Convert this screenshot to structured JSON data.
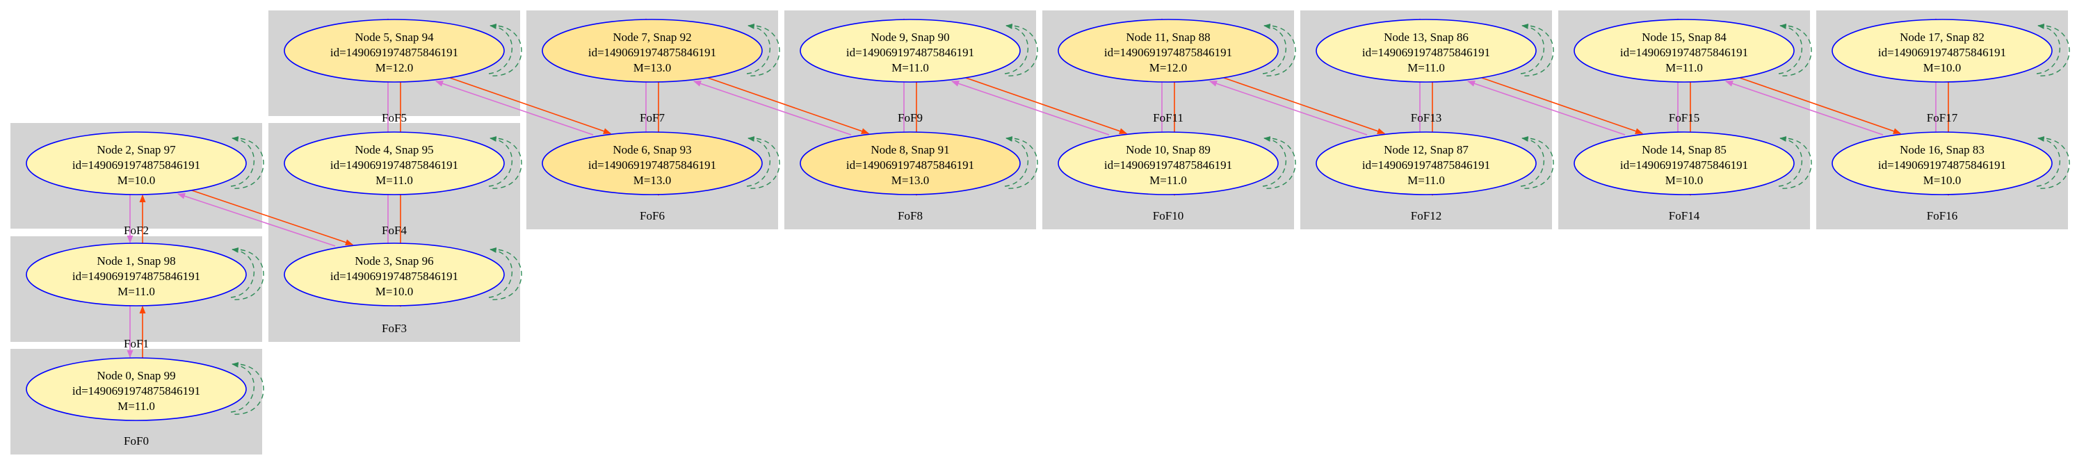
{
  "colors": {
    "cluster_fill": "#d3d3d3",
    "node_stroke": "#0000ff",
    "node_fill_light": "#fff5b5",
    "node_fill_dark": "#ffe494",
    "edge_progenitor": "#da70d6",
    "edge_descendant": "#ff4500",
    "edge_self": "#2e8b57"
  },
  "clusters": [
    {
      "id": "FoF0",
      "label": "FoF0"
    },
    {
      "id": "FoF1",
      "label": "FoF1"
    },
    {
      "id": "FoF2",
      "label": "FoF2"
    },
    {
      "id": "FoF3",
      "label": "FoF3"
    },
    {
      "id": "FoF4",
      "label": "FoF4"
    },
    {
      "id": "FoF5",
      "label": "FoF5"
    },
    {
      "id": "FoF6",
      "label": "FoF6"
    },
    {
      "id": "FoF7",
      "label": "FoF7"
    },
    {
      "id": "FoF8",
      "label": "FoF8"
    },
    {
      "id": "FoF9",
      "label": "FoF9"
    },
    {
      "id": "FoF10",
      "label": "FoF10"
    },
    {
      "id": "FoF11",
      "label": "FoF11"
    },
    {
      "id": "FoF12",
      "label": "FoF12"
    },
    {
      "id": "FoF13",
      "label": "FoF13"
    },
    {
      "id": "FoF14",
      "label": "FoF14"
    },
    {
      "id": "FoF15",
      "label": "FoF15"
    },
    {
      "id": "FoF16",
      "label": "FoF16"
    },
    {
      "id": "FoF17",
      "label": "FoF17"
    }
  ],
  "nodes": [
    {
      "id": 0,
      "title": "Node 0, Snap 99",
      "idline": "id=1490691974875846191",
      "mass": "M=11.0",
      "tone": "light"
    },
    {
      "id": 1,
      "title": "Node 1, Snap 98",
      "idline": "id=1490691974875846191",
      "mass": "M=11.0",
      "tone": "light"
    },
    {
      "id": 2,
      "title": "Node 2, Snap 97",
      "idline": "id=1490691974875846191",
      "mass": "M=10.0",
      "tone": "light"
    },
    {
      "id": 3,
      "title": "Node 3, Snap 96",
      "idline": "id=1490691974875846191",
      "mass": "M=10.0",
      "tone": "light"
    },
    {
      "id": 4,
      "title": "Node 4, Snap 95",
      "idline": "id=1490691974875846191",
      "mass": "M=11.0",
      "tone": "light"
    },
    {
      "id": 5,
      "title": "Node 5, Snap 94",
      "idline": "id=1490691974875846191",
      "mass": "M=12.0",
      "tone": "medium"
    },
    {
      "id": 6,
      "title": "Node 6, Snap 93",
      "idline": "id=1490691974875846191",
      "mass": "M=13.0",
      "tone": "dark"
    },
    {
      "id": 7,
      "title": "Node 7, Snap 92",
      "idline": "id=1490691974875846191",
      "mass": "M=13.0",
      "tone": "dark"
    },
    {
      "id": 8,
      "title": "Node 8, Snap 91",
      "idline": "id=1490691974875846191",
      "mass": "M=13.0",
      "tone": "dark"
    },
    {
      "id": 9,
      "title": "Node 9, Snap 90",
      "idline": "id=1490691974875846191",
      "mass": "M=11.0",
      "tone": "light"
    },
    {
      "id": 10,
      "title": "Node 10, Snap 89",
      "idline": "id=1490691974875846191",
      "mass": "M=11.0",
      "tone": "light"
    },
    {
      "id": 11,
      "title": "Node 11, Snap 88",
      "idline": "id=1490691974875846191",
      "mass": "M=12.0",
      "tone": "medium"
    },
    {
      "id": 12,
      "title": "Node 12, Snap 87",
      "idline": "id=1490691974875846191",
      "mass": "M=11.0",
      "tone": "light"
    },
    {
      "id": 13,
      "title": "Node 13, Snap 86",
      "idline": "id=1490691974875846191",
      "mass": "M=11.0",
      "tone": "light"
    },
    {
      "id": 14,
      "title": "Node 14, Snap 85",
      "idline": "id=1490691974875846191",
      "mass": "M=10.0",
      "tone": "light"
    },
    {
      "id": 15,
      "title": "Node 15, Snap 84",
      "idline": "id=1490691974875846191",
      "mass": "M=11.0",
      "tone": "light"
    },
    {
      "id": 16,
      "title": "Node 16, Snap 83",
      "idline": "id=1490691974875846191",
      "mass": "M=10.0",
      "tone": "light"
    },
    {
      "id": 17,
      "title": "Node 17, Snap 82",
      "idline": "id=1490691974875846191",
      "mass": "M=10.0",
      "tone": "light"
    }
  ]
}
